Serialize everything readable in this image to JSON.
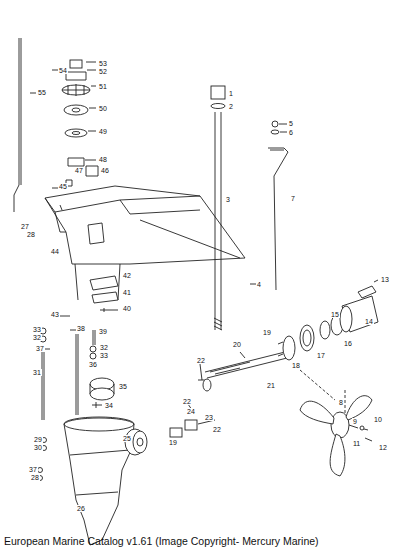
{
  "diagram": {
    "caption": "European Marine Catalog v1.61 (Image Copyright- Mercury Marine)",
    "labels": [
      "53",
      "54",
      "52",
      "55",
      "51",
      "50",
      "49",
      "48",
      "47",
      "46",
      "45",
      "27",
      "28",
      "44",
      "42",
      "41",
      "40",
      "43",
      "33",
      "32",
      "38",
      "37",
      "39",
      "32",
      "33",
      "36",
      "31",
      "35",
      "34",
      "29",
      "30",
      "37",
      "28",
      "26",
      "25",
      "1",
      "2",
      "3",
      "4",
      "5",
      "6",
      "7",
      "13",
      "14",
      "15",
      "16",
      "17",
      "18",
      "19",
      "20",
      "21",
      "22",
      "22",
      "24",
      "23",
      "22",
      "19",
      "8",
      "9",
      "10",
      "11",
      "12"
    ]
  }
}
